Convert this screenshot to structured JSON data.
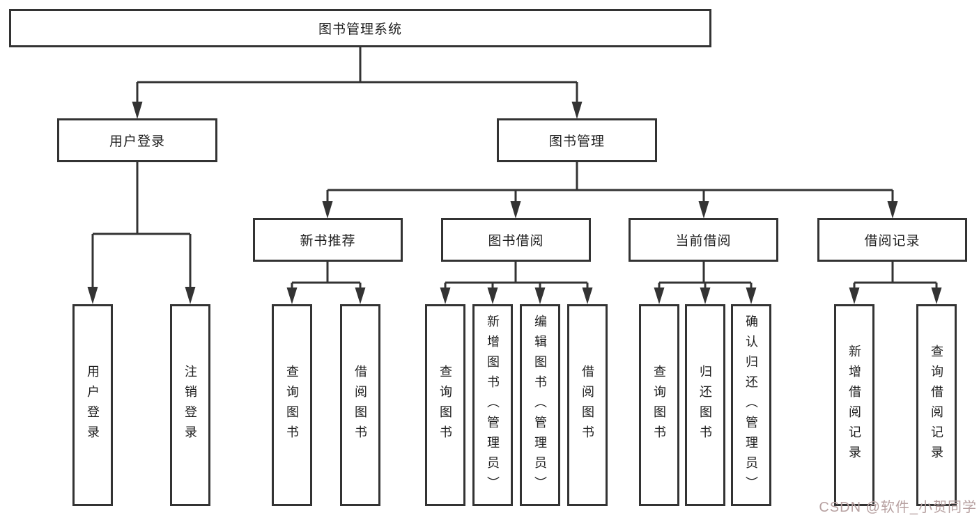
{
  "nodes": {
    "root": {
      "label": "图书管理系统"
    },
    "level2": [
      {
        "label": "用户登录"
      },
      {
        "label": "图书管理"
      }
    ],
    "level3": [
      {
        "label": "新书推荐",
        "parent": "图书管理"
      },
      {
        "label": "图书借阅",
        "parent": "图书管理"
      },
      {
        "label": "当前借阅",
        "parent": "图书管理"
      },
      {
        "label": "借阅记录",
        "parent": "图书管理"
      }
    ],
    "leaves": [
      {
        "label": "用户登录",
        "parent": "用户登录"
      },
      {
        "label": "注销登录",
        "parent": "用户登录"
      },
      {
        "label": "查询图书",
        "parent": "新书推荐"
      },
      {
        "label": "借阅图书",
        "parent": "新书推荐"
      },
      {
        "label": "查询图书",
        "parent": "图书借阅"
      },
      {
        "label": "新增图书（管理员）",
        "parent": "图书借阅"
      },
      {
        "label": "编辑图书（管理员）",
        "parent": "图书借阅"
      },
      {
        "label": "借阅图书",
        "parent": "图书借阅"
      },
      {
        "label": "查询图书",
        "parent": "当前借阅"
      },
      {
        "label": "归还图书",
        "parent": "当前借阅"
      },
      {
        "label": "确认归还（管理员）",
        "parent": "当前借阅"
      },
      {
        "label": "新增借阅记录",
        "parent": "借阅记录"
      },
      {
        "label": "查询借阅记录",
        "parent": "借阅记录"
      }
    ]
  },
  "watermark": {
    "text": "CSDN @软件_小贺同学",
    "color": "#b7a1a1"
  },
  "colors": {
    "line": "#333333",
    "box_border": "#333333",
    "box_fill": "#ffffff",
    "text": "#1f1f1f",
    "background": "#ffffff"
  }
}
